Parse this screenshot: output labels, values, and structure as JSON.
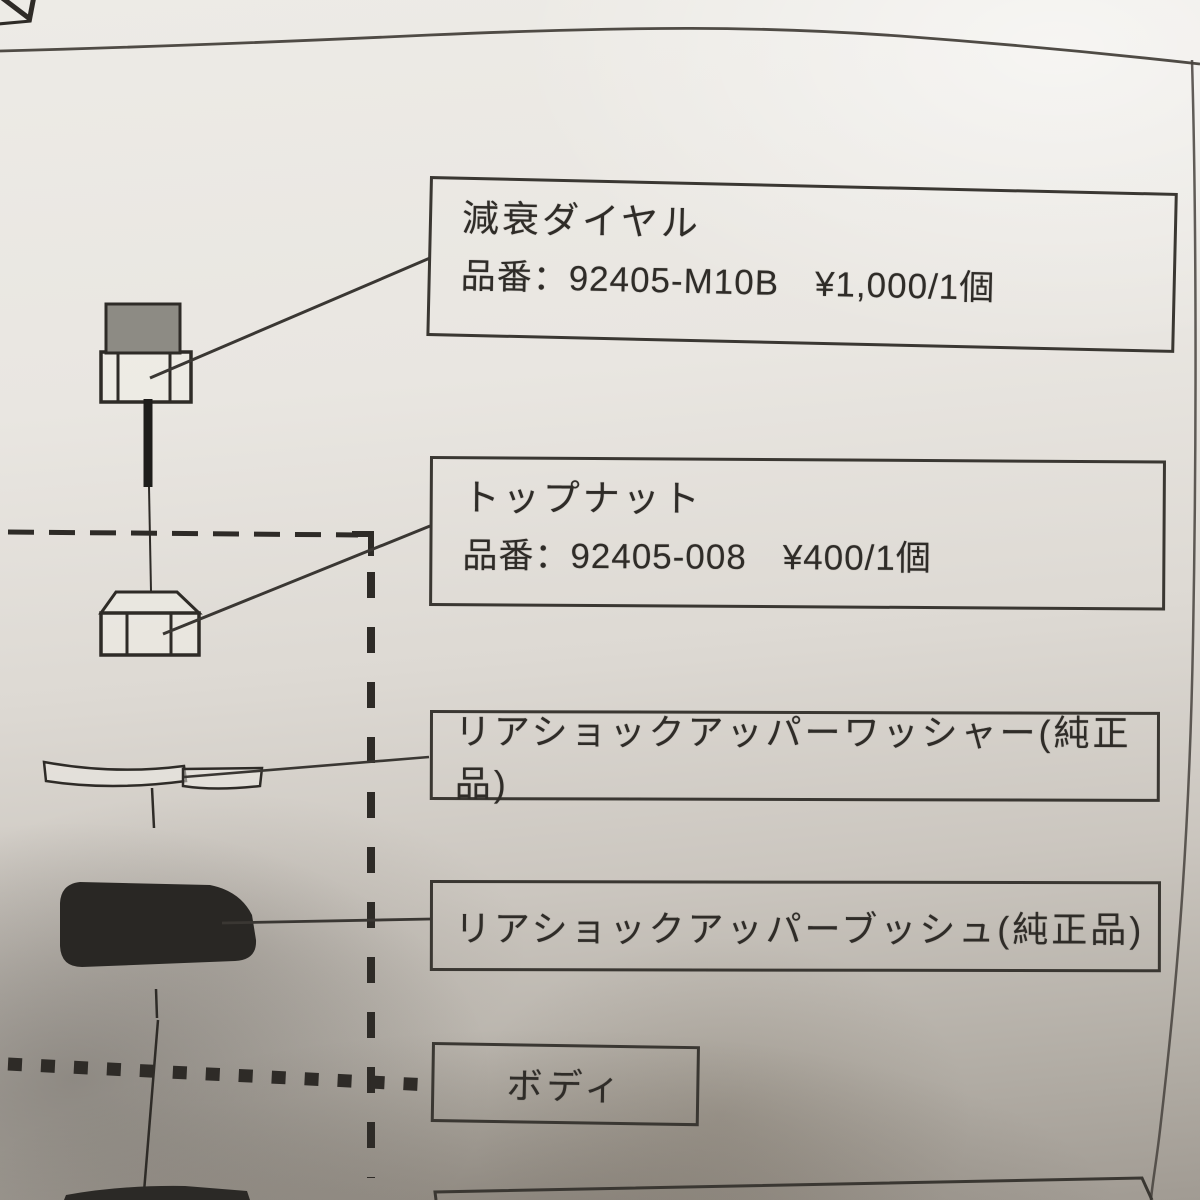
{
  "page": {
    "kind": "photographed-parts-price-diagram",
    "language": "ja"
  },
  "callouts": [
    {
      "lines": [
        "減衰ダイヤル",
        "品番：92405-M10B　¥1,000/1個"
      ]
    },
    {
      "lines": [
        "トップナット",
        "品番：92405-008　¥400/1個"
      ]
    },
    {
      "lines": [
        "リアショックアッパーワッシャー(純正品)"
      ]
    },
    {
      "lines": [
        "リアショックアッパーブッシュ(純正品)"
      ]
    },
    {
      "lines": [
        "ボディ"
      ]
    }
  ],
  "colors": {
    "paper_light": "#edebe6",
    "paper_dark": "#a19b93",
    "ink": "#35322d",
    "dial_gray_fill": "#8d8b84",
    "bush_dark_fill": "#292724"
  }
}
